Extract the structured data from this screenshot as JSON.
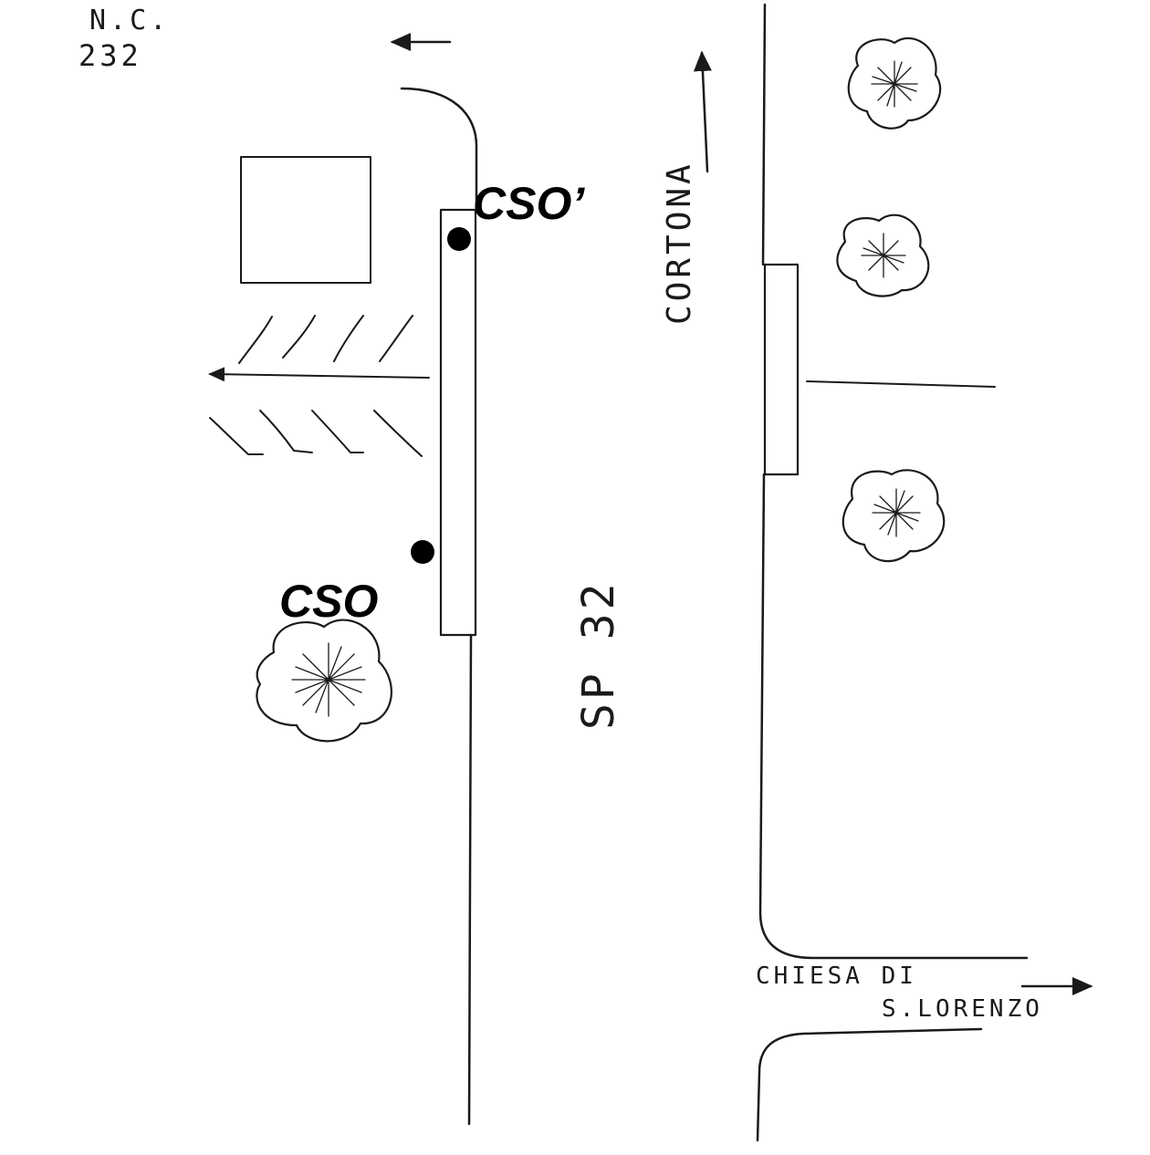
{
  "labels": {
    "house_number_line1": "N.C.",
    "house_number_line2": "232",
    "cso_top": "CSO’",
    "cso_bottom": "CSO",
    "road_name": "SP 32",
    "direction_north": "CORTONA",
    "church_line1": "CHIESA DI",
    "church_line2": "S.LORENZO"
  },
  "colors": {
    "ink": "#1a1a1a",
    "background": "#ffffff"
  },
  "icons": [
    "tree-icon",
    "building-icon",
    "arrow-icon",
    "marker-dot-icon"
  ]
}
